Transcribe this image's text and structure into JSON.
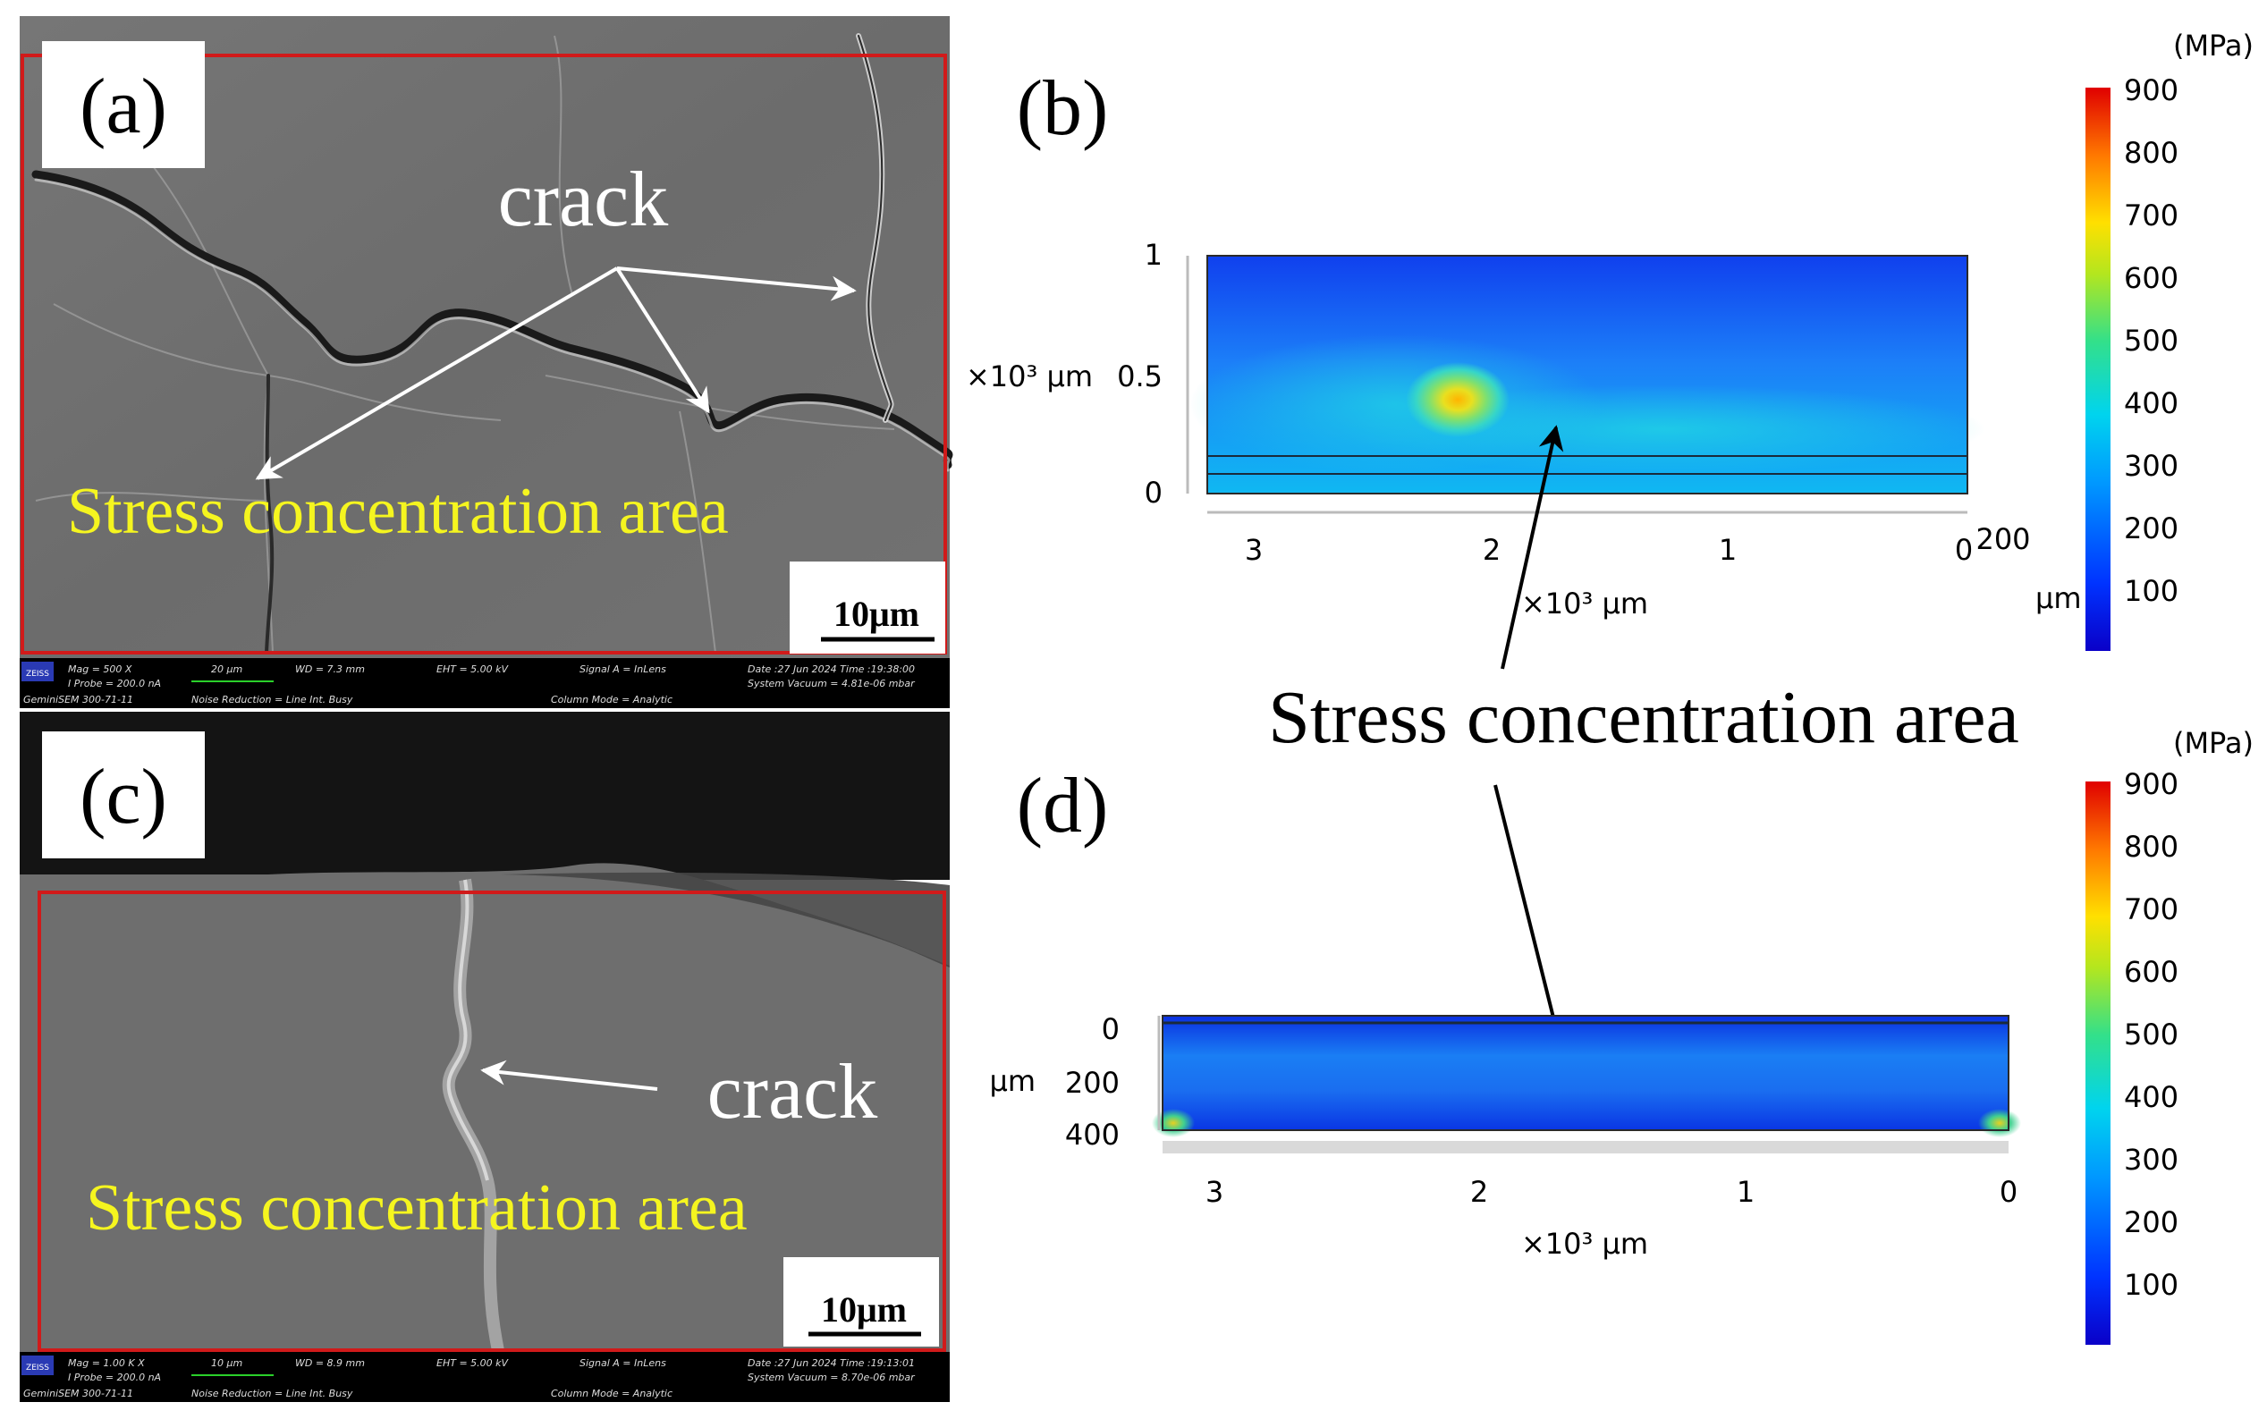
{
  "figure": {
    "panel_labels": {
      "a": "(a)",
      "b": "(b)",
      "c": "(c)",
      "d": "(d)"
    },
    "shared_annotation": "Stress concentration area",
    "colors": {
      "frame_red": "#d11a1a",
      "annotation_yellow": "#f5f51f",
      "sem_gray": "#6e6e6e"
    }
  },
  "panel_a": {
    "label": "(a)",
    "crack_label": "crack",
    "area_label": "Stress concentration area",
    "scale_bar": "10μm",
    "infobar": {
      "brand": "ZEISS",
      "mag": "Mag =  500 X",
      "probe": "I Probe =  200.0 nA",
      "model": "GeminiSEM 300-71-11",
      "width_label": "20 μm",
      "wd": "WD =  7.3 mm",
      "eht": "EHT =  5.00 kV",
      "noise": "Noise Reduction = Line Int. Busy",
      "signal": "Signal A = InLens",
      "column": "Column Mode = Analytic",
      "date": "Date :27 Jun 2024   Time :19:38:00",
      "vacuum": "System Vacuum = 4.81e-06 mbar"
    }
  },
  "panel_c": {
    "label": "(c)",
    "crack_label": "crack",
    "area_label": "Stress concentration area",
    "scale_bar": "10μm",
    "infobar": {
      "brand": "ZEISS",
      "mag": "Mag =  1.00 K X",
      "probe": "I Probe =  200.0 nA",
      "model": "GeminiSEM 300-71-11",
      "width_label": "10 μm",
      "wd": "WD =  8.9 mm",
      "eht": "EHT =  5.00 kV",
      "noise": "Noise Reduction = Line Int. Busy",
      "signal": "Signal A = InLens",
      "column": "Column Mode = Analytic",
      "date": "Date :27 Jun 2024   Time :19:13:01",
      "vacuum": "System Vacuum = 8.70e-06 mbar"
    }
  },
  "panel_b": {
    "label": "(b)",
    "y_unit": "×10³ μm",
    "y_ticks": [
      "1",
      "0.5",
      "0"
    ],
    "x_ticks": [
      "3",
      "2",
      "1",
      "0"
    ],
    "x_unit": "×10³ μm",
    "depth_tick": "200",
    "depth_unit": "μm",
    "colorbar": {
      "unit": "(MPa)",
      "ticks": [
        "900",
        "800",
        "700",
        "600",
        "500",
        "400",
        "300",
        "200",
        "100"
      ]
    }
  },
  "panel_d": {
    "label": "(d)",
    "y_unit": "μm",
    "y_ticks": [
      "0",
      "200",
      "400"
    ],
    "x_ticks": [
      "3",
      "2",
      "1",
      "0"
    ],
    "x_unit": "×10³ μm",
    "colorbar": {
      "unit": "(MPa)",
      "ticks": [
        "900",
        "800",
        "700",
        "600",
        "500",
        "400",
        "300",
        "200",
        "100"
      ]
    }
  }
}
